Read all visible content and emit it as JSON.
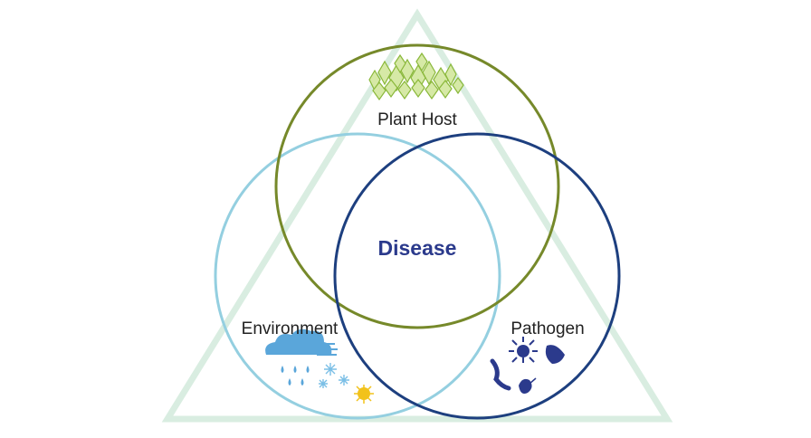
{
  "diagram": {
    "center_label": "Disease",
    "circles": [
      {
        "id": "host",
        "label": "Plant Host",
        "color": "#76892a",
        "icon": "leaves-icon"
      },
      {
        "id": "environment",
        "label": "Environment",
        "color": "#94cfe0",
        "icon": "weather-icon"
      },
      {
        "id": "pathogen",
        "label": "Pathogen",
        "color": "#1d3f7f",
        "icon": "microbes-icon"
      }
    ],
    "colors": {
      "triangle": "#d9ede1",
      "center_text": "#2b3a8c",
      "leaf": "#9cc43c",
      "cloud": "#5aa6da",
      "snow": "#7bbfe6",
      "sun": "#f2c21b",
      "microbe": "#2b3a8c"
    }
  }
}
